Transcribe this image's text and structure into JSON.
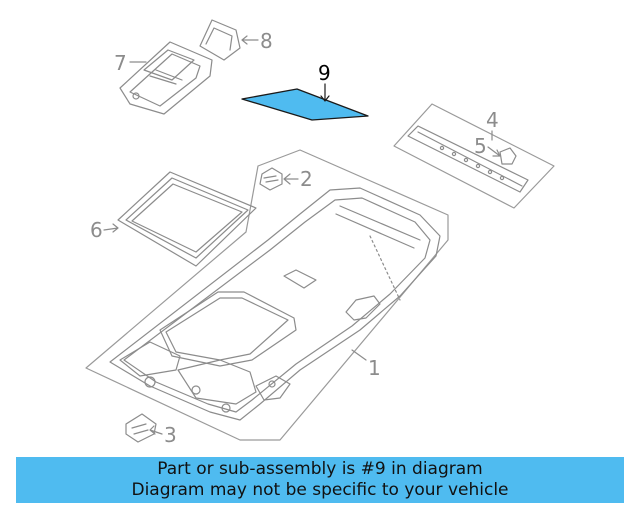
{
  "diagram": {
    "callouts": [
      "1",
      "2",
      "3",
      "4",
      "5",
      "6",
      "7",
      "8",
      "9"
    ],
    "highlighted_part": "9",
    "highlight_color": "#4fbbf0",
    "line_color": "#8c8c8c"
  },
  "banner": {
    "line1": "Part or sub-assembly is #9 in diagram",
    "line2": "Diagram may not be specific to your vehicle",
    "background": "#4fbbf0"
  }
}
